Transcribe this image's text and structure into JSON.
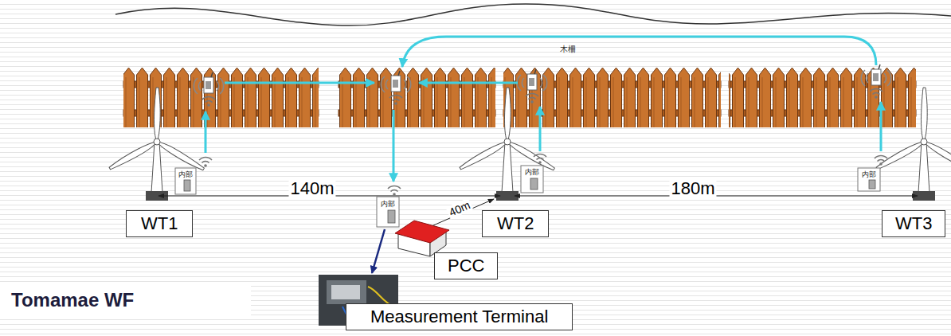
{
  "diagram": {
    "title": "Tomamae WF",
    "nodes": [
      {
        "text": [
          "WT1"
        ]
      },
      {
        "text": [
          "WT2"
        ]
      },
      {
        "text": [
          "WT3"
        ]
      },
      {
        "text": [
          "PCC"
        ]
      },
      {
        "text": [
          "Measurement Terminal"
        ]
      }
    ],
    "labels": [
      "木柵",
      "140m",
      "180m",
      "40m",
      "内部",
      "内部",
      "内部",
      "内部"
    ]
  }
}
